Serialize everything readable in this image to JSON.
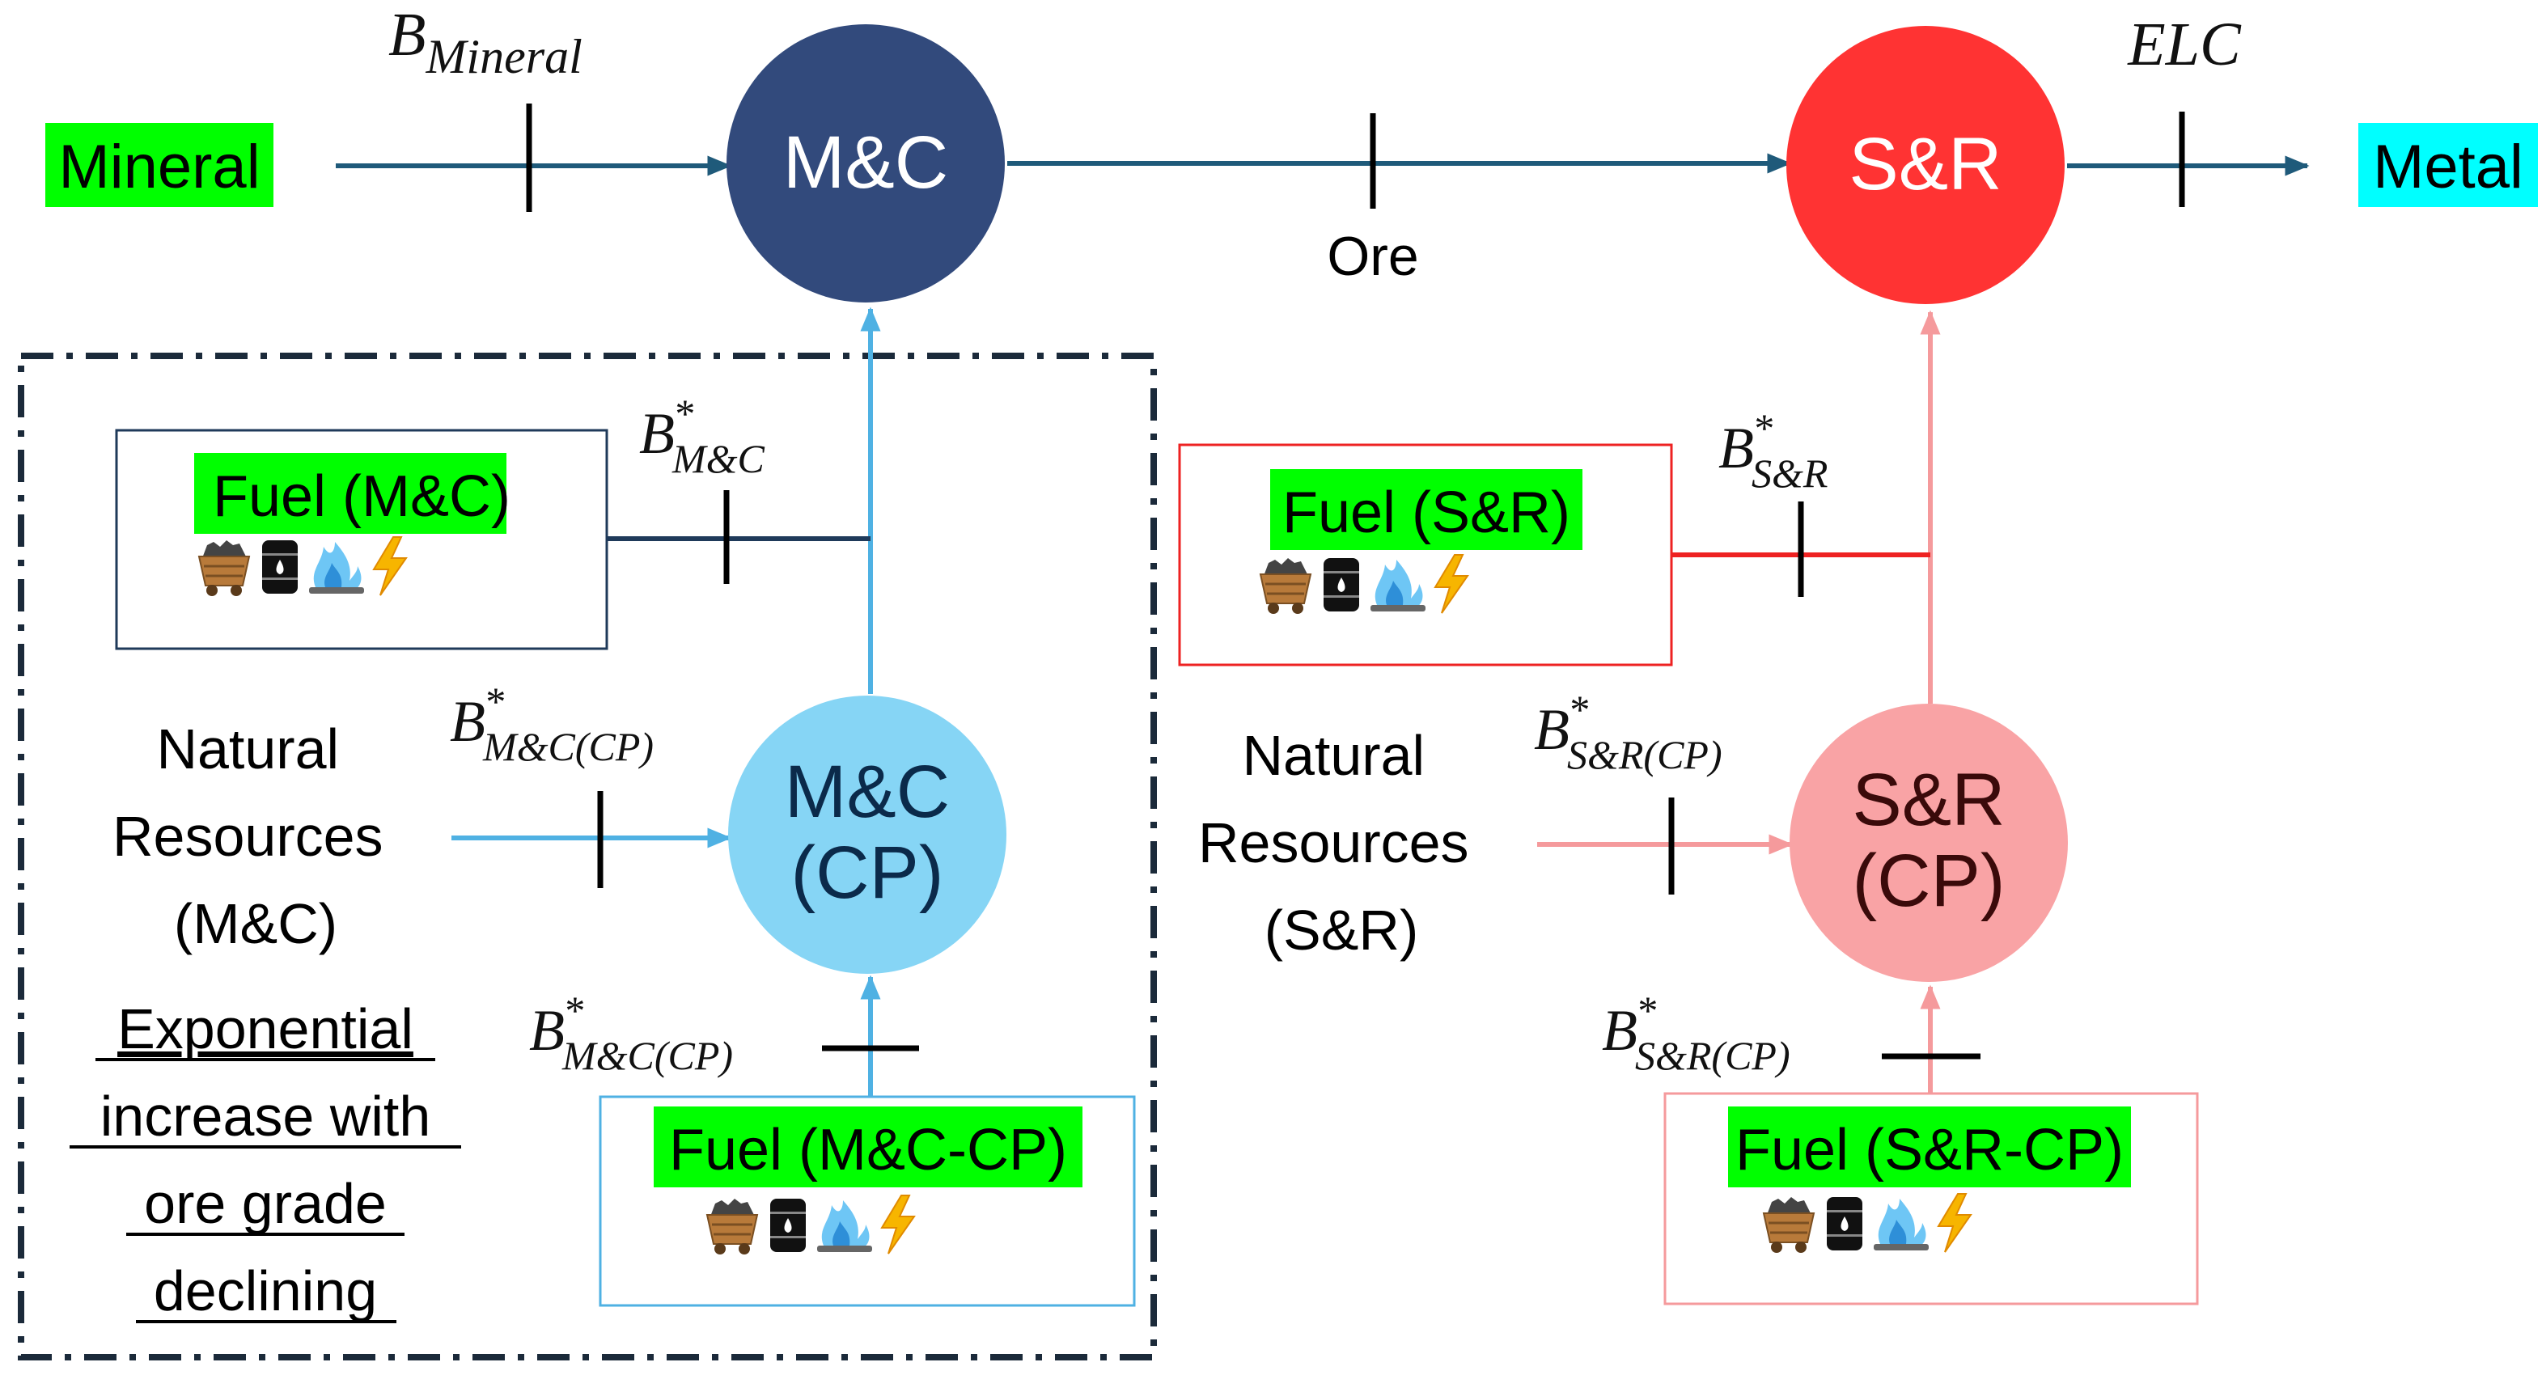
{
  "colors": {
    "dark_blue": "#324A7C",
    "flow_blue": "#1F5A7A",
    "light_blue": "#86D5F5",
    "light_blue_line": "#4FB1E3",
    "red": "#FF3333",
    "red_line": "#EE2222",
    "pink": "#F9A3A5",
    "pink_line": "#F59A9C",
    "green_label": "#00FF00",
    "cyan_label": "#00FFFF",
    "tick_black": "#000000"
  },
  "labels": {
    "mineral": "Mineral",
    "metal": "Metal",
    "ore": "Ore",
    "mc_node": "M&C",
    "sr_node": "S&R",
    "mc_cp_line1": "M&C",
    "mc_cp_line2": "(CP)",
    "sr_cp_line1": "S&R",
    "sr_cp_line2": "(CP)",
    "fuel_mc": "Fuel (M&C)",
    "fuel_sr": "Fuel (S&R)",
    "fuel_mc_cp": "Fuel (M&C-CP)",
    "fuel_sr_cp": "Fuel (S&R-CP)",
    "nat_res_mc": [
      "Natural",
      "Resources",
      "(M&C)"
    ],
    "nat_res_sr": [
      "Natural",
      "Resources",
      "(S&R)"
    ],
    "exponential": [
      "Exponential",
      "increase with",
      "ore grade",
      "declining"
    ]
  },
  "math": {
    "b_mineral_base": "B",
    "b_mineral_sub": "Mineral",
    "elc": "ELC",
    "b_star_base": "B",
    "star": "*",
    "sub_mc": "M&C",
    "sub_sr": "S&R",
    "sub_mc_cp": "M&C(CP)",
    "sub_sr_cp": "S&R(CP)"
  },
  "icons": [
    "coal-cart-icon",
    "oil-barrel-icon",
    "gas-flame-icon",
    "electricity-bolt-icon"
  ]
}
